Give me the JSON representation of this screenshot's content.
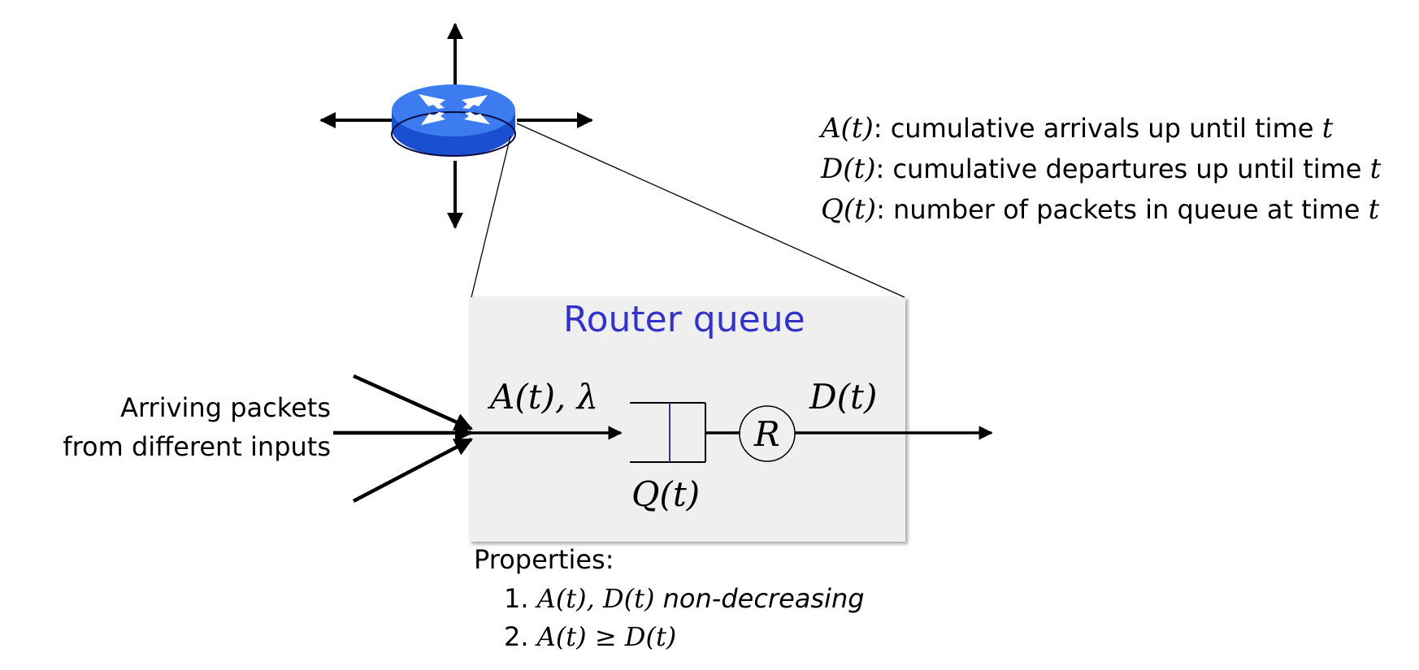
{
  "definitions": [
    {
      "symbol": "A(t)",
      "text": ": cumulative arrivals up until time ",
      "var": "t"
    },
    {
      "symbol": "D(t)",
      "text": ": cumulative departures up until time ",
      "var": "t"
    },
    {
      "symbol": "Q(t)",
      "text": ": number of packets in queue at time ",
      "var": "t"
    }
  ],
  "queue_box": {
    "title": "Router queue",
    "arrival_label": "A(t), λ",
    "departure_label": "D(t)",
    "queue_label": "Q(t)",
    "server_label": "R"
  },
  "input_label": {
    "line1": "Arriving packets",
    "line2": "from different inputs"
  },
  "properties": {
    "heading": "Properties:",
    "items": [
      {
        "num": "1.",
        "math": "A(t), D(t)",
        "text": " non-decreasing"
      },
      {
        "num": "2.",
        "math": "A(t) ≥ D(t)",
        "text": ""
      }
    ]
  },
  "colors": {
    "router_top": "#3c7cf0",
    "router_side": "#1a4fcf",
    "box_bg": "#efefef",
    "title": "#3333cc",
    "queue_divider": "#3333aa"
  },
  "icons": [
    "router-icon"
  ]
}
